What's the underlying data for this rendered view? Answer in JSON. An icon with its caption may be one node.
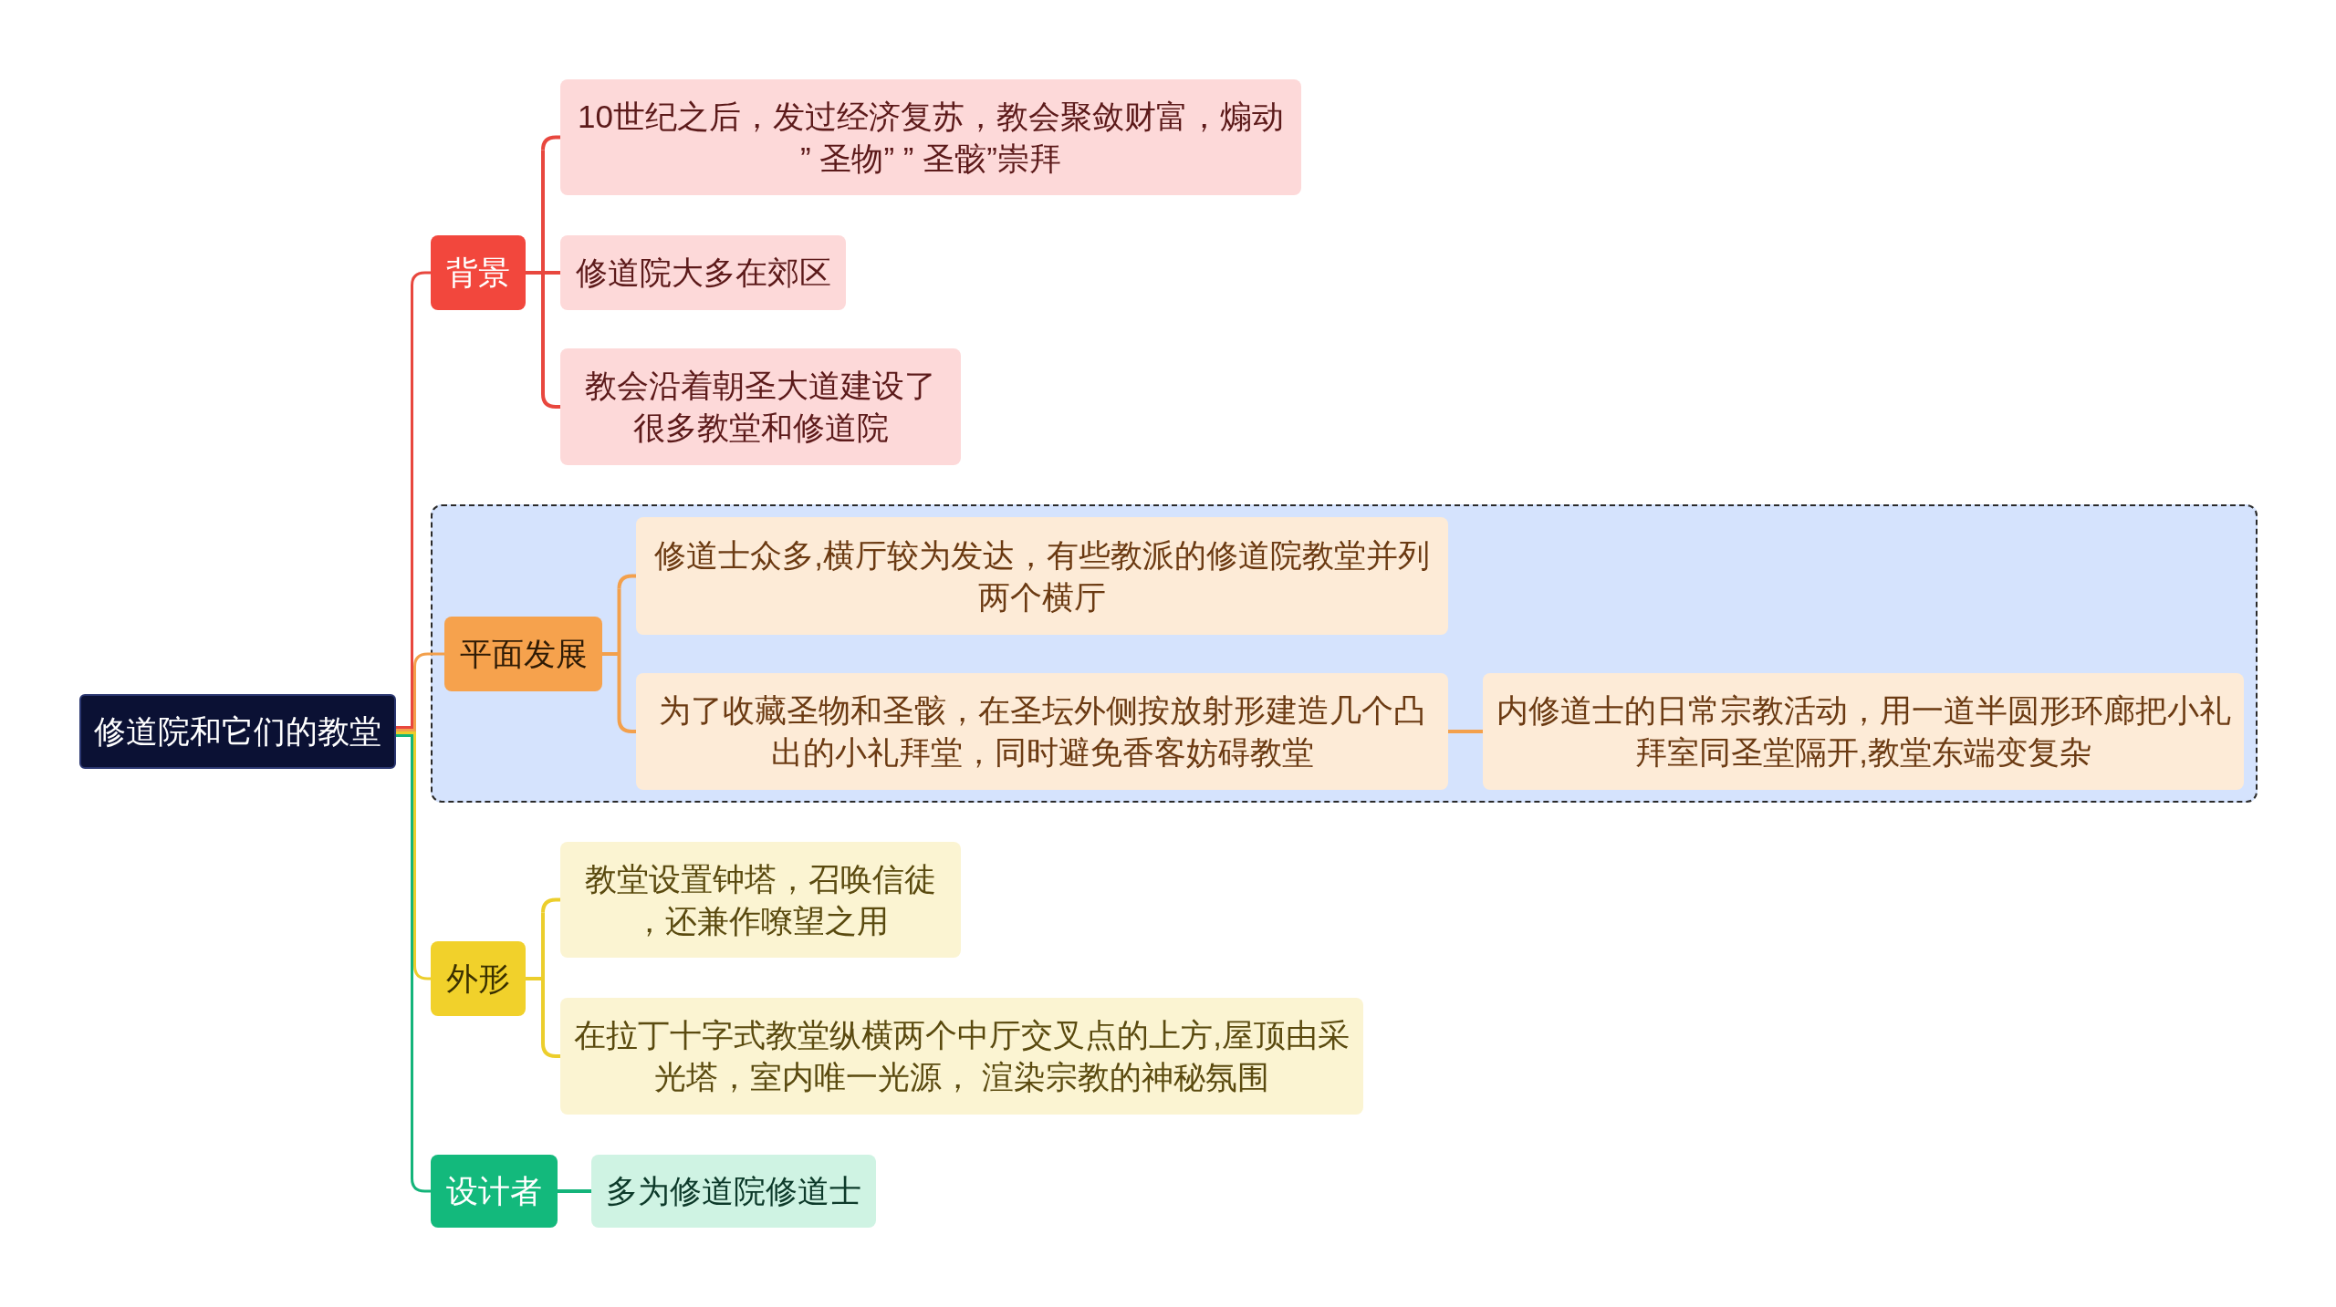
{
  "diagram": {
    "nodes": [
      {
        "text": [
          "修道院和它们的教堂"
        ]
      },
      {
        "text": [
          "背景"
        ]
      },
      {
        "text": [
          "10世纪之后，发过经济复苏，教会聚敛财富，煽动 ” 圣物” ” 圣骸”崇拜"
        ]
      },
      {
        "text": [
          "修道院大多在郊区"
        ]
      },
      {
        "text": [
          "教会沿着朝圣大道建设了很多教堂和修道院"
        ]
      },
      {
        "text": [],
        "shape": "box"
      },
      {
        "text": [
          "平面发展"
        ],
        "in": 5
      },
      {
        "text": [
          "修道士众多,横厅较为发达，有些教派的修道院教堂并列两个横厅"
        ],
        "in": 5
      },
      {
        "text": [
          "为了收藏圣物和圣骸，在圣坛外侧按放射形建造几个凸出的小礼拜堂，同时避免香客妨碍教堂"
        ],
        "in": 5
      },
      {
        "text": [
          "内修道士的日常宗教活动，用一道半圆形环廊把小礼拜室同圣堂隔开,教堂东端变复杂"
        ],
        "in": 5
      },
      {
        "text": [
          "外形"
        ]
      },
      {
        "text": [
          "教堂设置钟塔，召唤信徒，还兼作嘹望之用"
        ]
      },
      {
        "text": [
          "在拉丁十字式教堂纵横两个中厅交叉点的上方,屋顶由采光塔，室内唯一光源， 渲染宗教的神秘氛围"
        ]
      },
      {
        "text": [
          "设计者"
        ]
      },
      {
        "text": [
          "多为修道院修道士"
        ]
      }
    ],
    "edges": [
      {
        "from": 0,
        "to": 1,
        "arrow": "none",
        "color": "#e8473e"
      },
      {
        "from": 1,
        "to": 2,
        "arrow": "none",
        "color": "#e8473e"
      },
      {
        "from": 1,
        "to": 3,
        "arrow": "none",
        "color": "#e8473e"
      },
      {
        "from": 1,
        "to": 4,
        "arrow": "none",
        "color": "#e8473e"
      },
      {
        "from": 0,
        "to": 6,
        "arrow": "none",
        "color": "#f3a04c"
      },
      {
        "from": 6,
        "to": 7,
        "arrow": "none",
        "color": "#f3a04c"
      },
      {
        "from": 6,
        "to": 8,
        "arrow": "none",
        "color": "#f3a04c"
      },
      {
        "from": 8,
        "to": 9,
        "arrow": "none",
        "color": "#f3a04c"
      },
      {
        "from": 0,
        "to": 10,
        "arrow": "none",
        "color": "#ecce2c"
      },
      {
        "from": 10,
        "to": 11,
        "arrow": "none",
        "color": "#ecce2c"
      },
      {
        "from": 10,
        "to": 12,
        "arrow": "none",
        "color": "#ecce2c"
      },
      {
        "from": 0,
        "to": 13,
        "arrow": "none",
        "color": "#14b47a"
      },
      {
        "from": 13,
        "to": 14,
        "arrow": "none",
        "color": "#14b47a"
      }
    ]
  }
}
